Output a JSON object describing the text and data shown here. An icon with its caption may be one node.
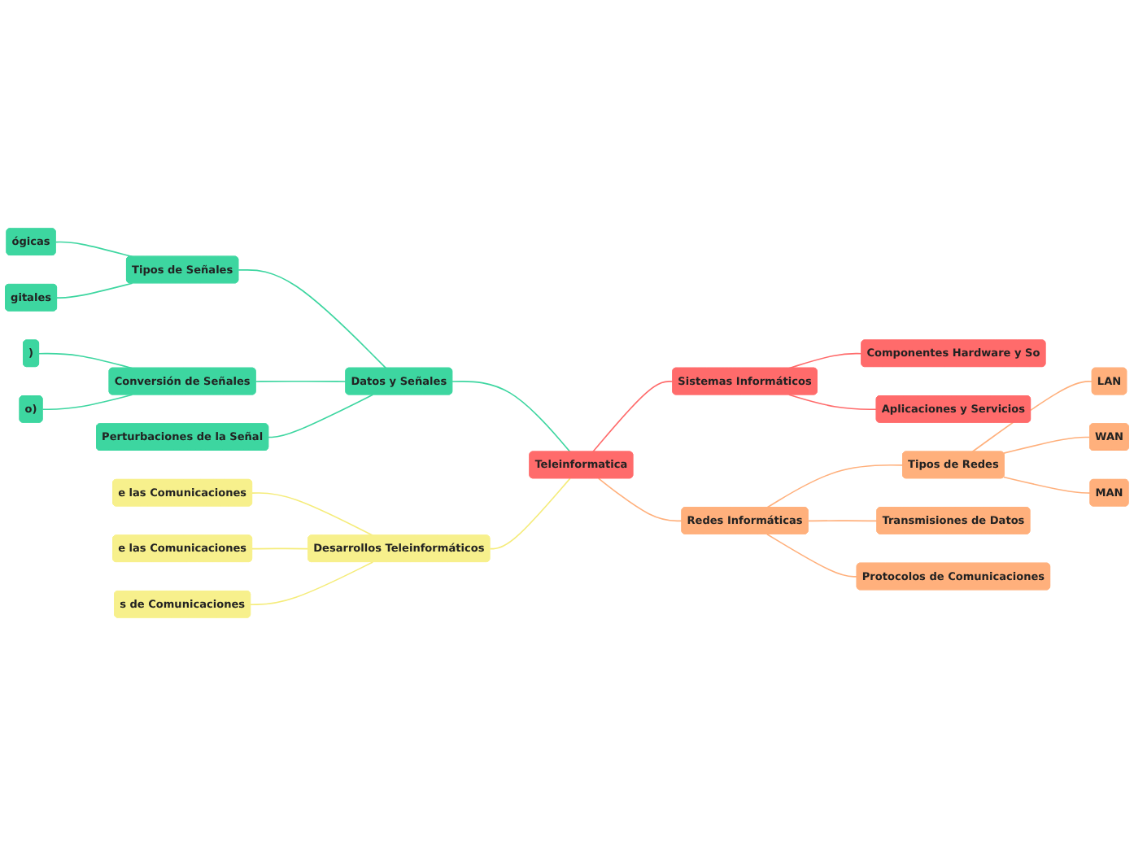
{
  "diagram": {
    "nodes": [
      {
        "text": [
          "Teleinformatica"
        ]
      },
      {
        "text": [
          "Datos y Señales"
        ]
      },
      {
        "text": [
          "Tipos de Señales"
        ]
      },
      {
        "text": [
          "ógicas"
        ]
      },
      {
        "text": [
          "gitales"
        ]
      },
      {
        "text": [
          "Conversión de Señales"
        ]
      },
      {
        "text": [
          ")"
        ]
      },
      {
        "text": [
          "o)"
        ]
      },
      {
        "text": [
          "Perturbaciones de la Señal"
        ]
      },
      {
        "text": [
          "Desarrollos Teleinformáticos"
        ]
      },
      {
        "text": [
          "e las Comunicaciones"
        ]
      },
      {
        "text": [
          "e las Comunicaciones"
        ]
      },
      {
        "text": [
          "s de Comunicaciones"
        ]
      },
      {
        "text": [
          "Sistemas Informáticos"
        ]
      },
      {
        "text": [
          "Componentes Hardware y So"
        ]
      },
      {
        "text": [
          "Aplicaciones y Servicios"
        ]
      },
      {
        "text": [
          "Redes Informáticas"
        ]
      },
      {
        "text": [
          "Tipos de Redes"
        ]
      },
      {
        "text": [
          "LAN"
        ]
      },
      {
        "text": [
          "WAN"
        ]
      },
      {
        "text": [
          "MAN"
        ]
      },
      {
        "text": [
          "Transmisiones de Datos"
        ]
      },
      {
        "text": [
          "Protocolos de Comunicaciones"
        ]
      }
    ],
    "edges": [
      {
        "from": 0,
        "to": 1,
        "arrow": "none",
        "color": "#3dd6a0"
      },
      {
        "from": 1,
        "to": 2,
        "arrow": "none",
        "color": "#3dd6a0"
      },
      {
        "from": 2,
        "to": 3,
        "arrow": "none",
        "color": "#3dd6a0"
      },
      {
        "from": 2,
        "to": 4,
        "arrow": "none",
        "color": "#3dd6a0"
      },
      {
        "from": 1,
        "to": 5,
        "arrow": "none",
        "color": "#3dd6a0"
      },
      {
        "from": 5,
        "to": 6,
        "arrow": "none",
        "color": "#3dd6a0"
      },
      {
        "from": 5,
        "to": 7,
        "arrow": "none",
        "color": "#3dd6a0"
      },
      {
        "from": 1,
        "to": 8,
        "arrow": "none",
        "color": "#3dd6a0"
      },
      {
        "from": 0,
        "to": 9,
        "arrow": "none",
        "color": "#f5ec7a"
      },
      {
        "from": 9,
        "to": 10,
        "arrow": "none",
        "color": "#f5ec7a"
      },
      {
        "from": 9,
        "to": 11,
        "arrow": "none",
        "color": "#f5ec7a"
      },
      {
        "from": 9,
        "to": 12,
        "arrow": "none",
        "color": "#f5ec7a"
      },
      {
        "from": 0,
        "to": 13,
        "arrow": "none",
        "color": "#ff6b6b"
      },
      {
        "from": 13,
        "to": 14,
        "arrow": "none",
        "color": "#ff6b6b"
      },
      {
        "from": 13,
        "to": 15,
        "arrow": "none",
        "color": "#ff6b6b"
      },
      {
        "from": 0,
        "to": 16,
        "arrow": "none",
        "color": "#ffb07c"
      },
      {
        "from": 16,
        "to": 17,
        "arrow": "none",
        "color": "#ffb07c"
      },
      {
        "from": 17,
        "to": 18,
        "arrow": "none",
        "color": "#ffb07c"
      },
      {
        "from": 17,
        "to": 19,
        "arrow": "none",
        "color": "#ffb07c"
      },
      {
        "from": 17,
        "to": 20,
        "arrow": "none",
        "color": "#ffb07c"
      },
      {
        "from": 16,
        "to": 21,
        "arrow": "none",
        "color": "#ffb07c"
      },
      {
        "from": 16,
        "to": 22,
        "arrow": "none",
        "color": "#ffb07c"
      }
    ]
  }
}
